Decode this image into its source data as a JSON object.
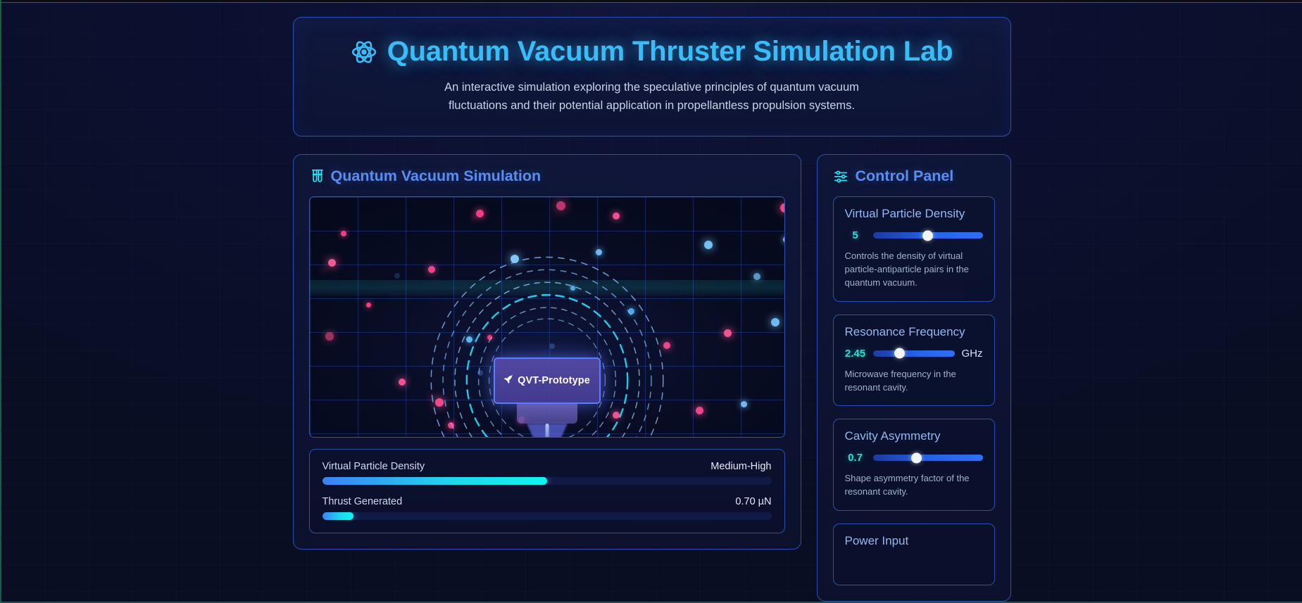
{
  "header": {
    "icon": "atom-icon",
    "title": "Quantum Vacuum Thruster Simulation Lab",
    "subtitle": "An interactive simulation exploring the speculative principles of quantum vacuum fluctuations and their potential application in propellantless propulsion systems."
  },
  "simulation": {
    "icon": "test-tubes-icon",
    "title": "Quantum Vacuum Simulation",
    "thruster_label": "QVT-Prototype",
    "thruster_icon": "rocket-icon",
    "metrics": [
      {
        "label": "Virtual Particle Density",
        "value": "Medium-High",
        "percent": 50
      },
      {
        "label": "Thrust Generated",
        "value": "0.70 µN",
        "percent": 7
      }
    ]
  },
  "control_panel": {
    "icon": "sliders-icon",
    "title": "Control Panel",
    "controls": [
      {
        "label": "Virtual Particle Density",
        "value": "5",
        "unit": "",
        "percent": 50,
        "description": "Controls the density of virtual particle-antiparticle pairs in the quantum vacuum."
      },
      {
        "label": "Resonance Frequency",
        "value": "2.45",
        "unit": "GHz",
        "percent": 33,
        "description": "Microwave frequency in the resonant cavity."
      },
      {
        "label": "Cavity Asymmetry",
        "value": "0.7",
        "unit": "",
        "percent": 40,
        "description": "Shape asymmetry factor of the resonant cavity."
      },
      {
        "label": "Power Input",
        "value": "",
        "unit": "",
        "percent": 0,
        "description": ""
      }
    ]
  },
  "colors": {
    "accent_cyan": "#38bdf8",
    "accent_blue": "#5b8df0",
    "value_teal": "#22e3d5",
    "panel_border": "#2f4fae",
    "particle_pink": "#f04c87",
    "particle_blue": "#5bb8f5",
    "bar_gradient_start": "#3b82f6",
    "bar_gradient_end": "#0ff5ef"
  }
}
